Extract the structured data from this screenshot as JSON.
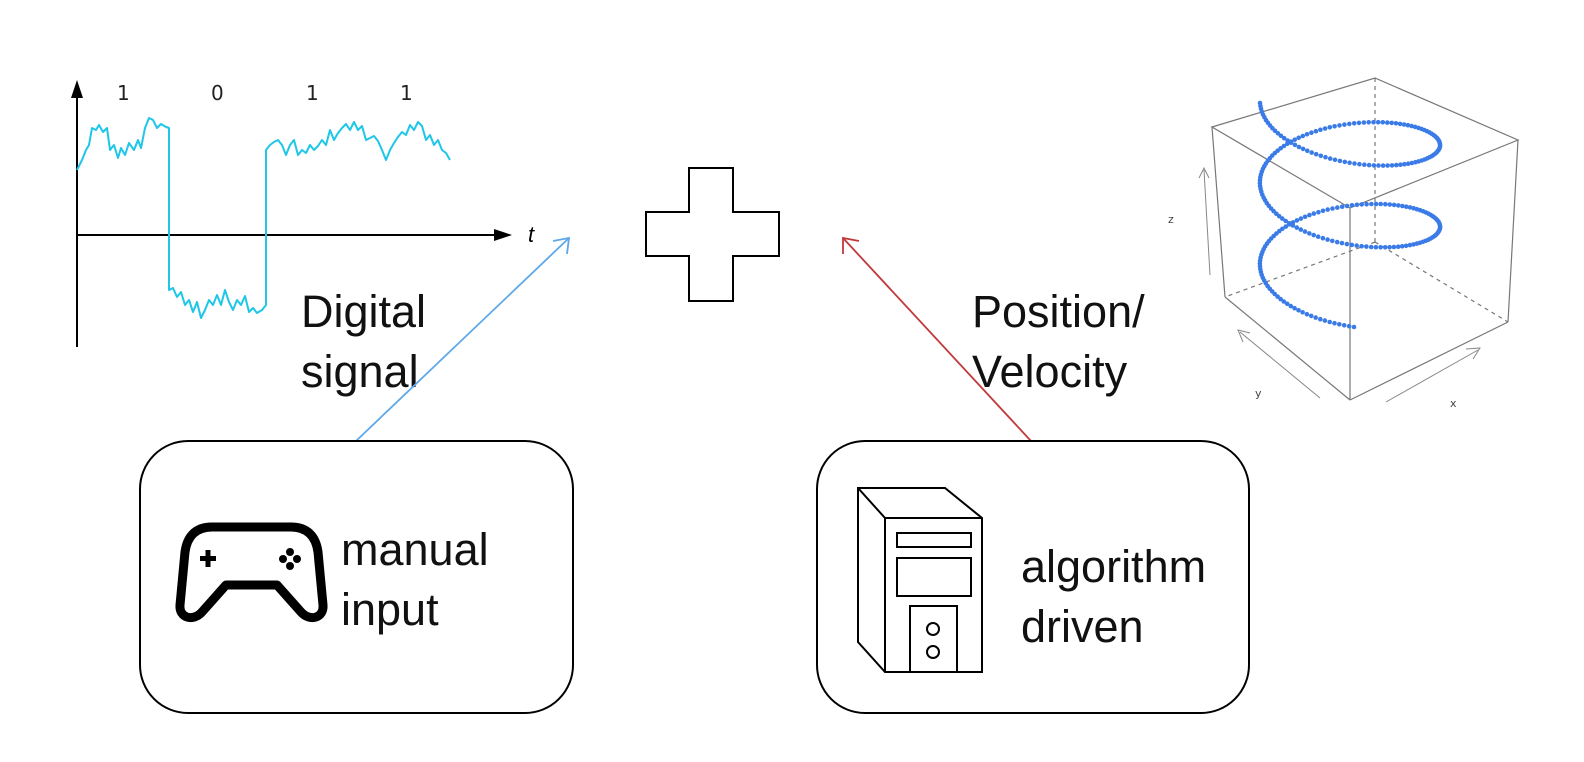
{
  "signal": {
    "bits": [
      "1",
      "0",
      "1",
      "1"
    ],
    "time_label": "t",
    "color": "#1ec6e8"
  },
  "labels": {
    "digital_signal": [
      "Digital",
      "signal"
    ],
    "position_velocity": [
      "Position/",
      "Velocity"
    ],
    "manual_input": [
      "manual",
      "input"
    ],
    "algorithm_driven": [
      "algorithm",
      "driven"
    ]
  },
  "arrows": {
    "manual_color": "#5fa8e8",
    "algorithm_color": "#c0393b"
  },
  "plot3d": {
    "axis_labels": {
      "x": "x",
      "y": "y",
      "z": "z"
    },
    "color": "#3b7be8"
  },
  "icons": {
    "plus": "plus-icon",
    "controller": "gamepad-icon",
    "computer": "computer-tower-icon"
  }
}
